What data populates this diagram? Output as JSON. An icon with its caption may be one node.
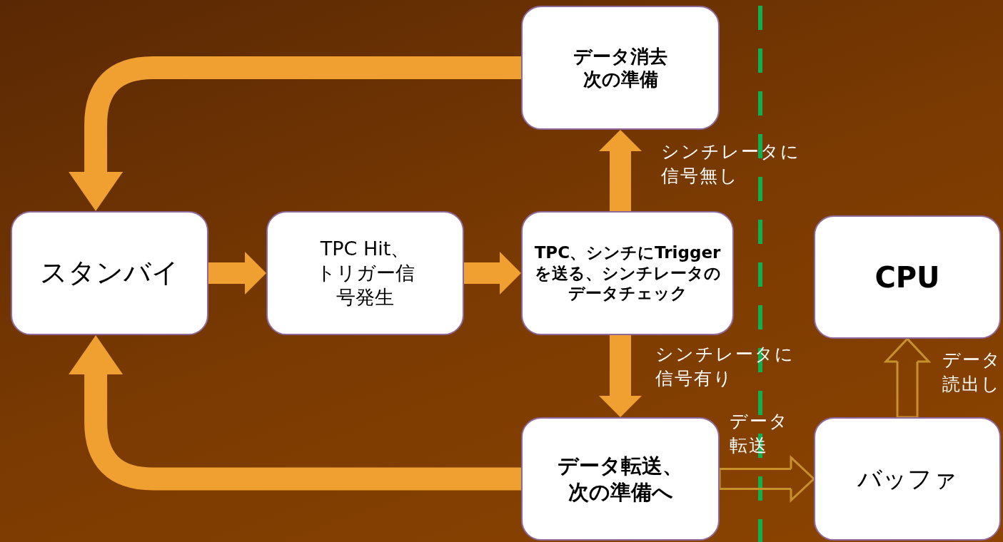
{
  "diagram": {
    "nodes": [
      {
        "text": [
          "データ消去次の準備"
        ]
      },
      {
        "text": [
          "スタンバイ"
        ]
      },
      {
        "text": [
          "TPC Hit、トリガー信号発生"
        ]
      },
      {
        "text": [
          "TPC、シンチにTriggerを送る、シンチレータのデータチェック"
        ]
      },
      {
        "text": [
          "CPU"
        ]
      },
      {
        "text": [
          "データ転送、次の準備へ"
        ]
      },
      {
        "text": [
          "バッファ"
        ]
      }
    ],
    "edges": [
      {
        "from": 1,
        "to": 2,
        "arrow": "to"
      },
      {
        "from": 2,
        "to": 3,
        "arrow": "to"
      },
      {
        "from": 3,
        "to": 0,
        "arrow": "to",
        "label": "シンチレータに信号無し"
      },
      {
        "from": 3,
        "to": 5,
        "arrow": "to",
        "label": "シンチレータに信号有り"
      },
      {
        "from": 0,
        "to": 1,
        "arrow": "to"
      },
      {
        "from": 5,
        "to": 1,
        "arrow": "to"
      },
      {
        "from": 5,
        "to": 6,
        "arrow": "to",
        "label": "データ転送",
        "color": "#c8902a"
      },
      {
        "from": 6,
        "to": 4,
        "arrow": "to",
        "label": "データ読出し",
        "color": "#c8902a"
      }
    ]
  }
}
